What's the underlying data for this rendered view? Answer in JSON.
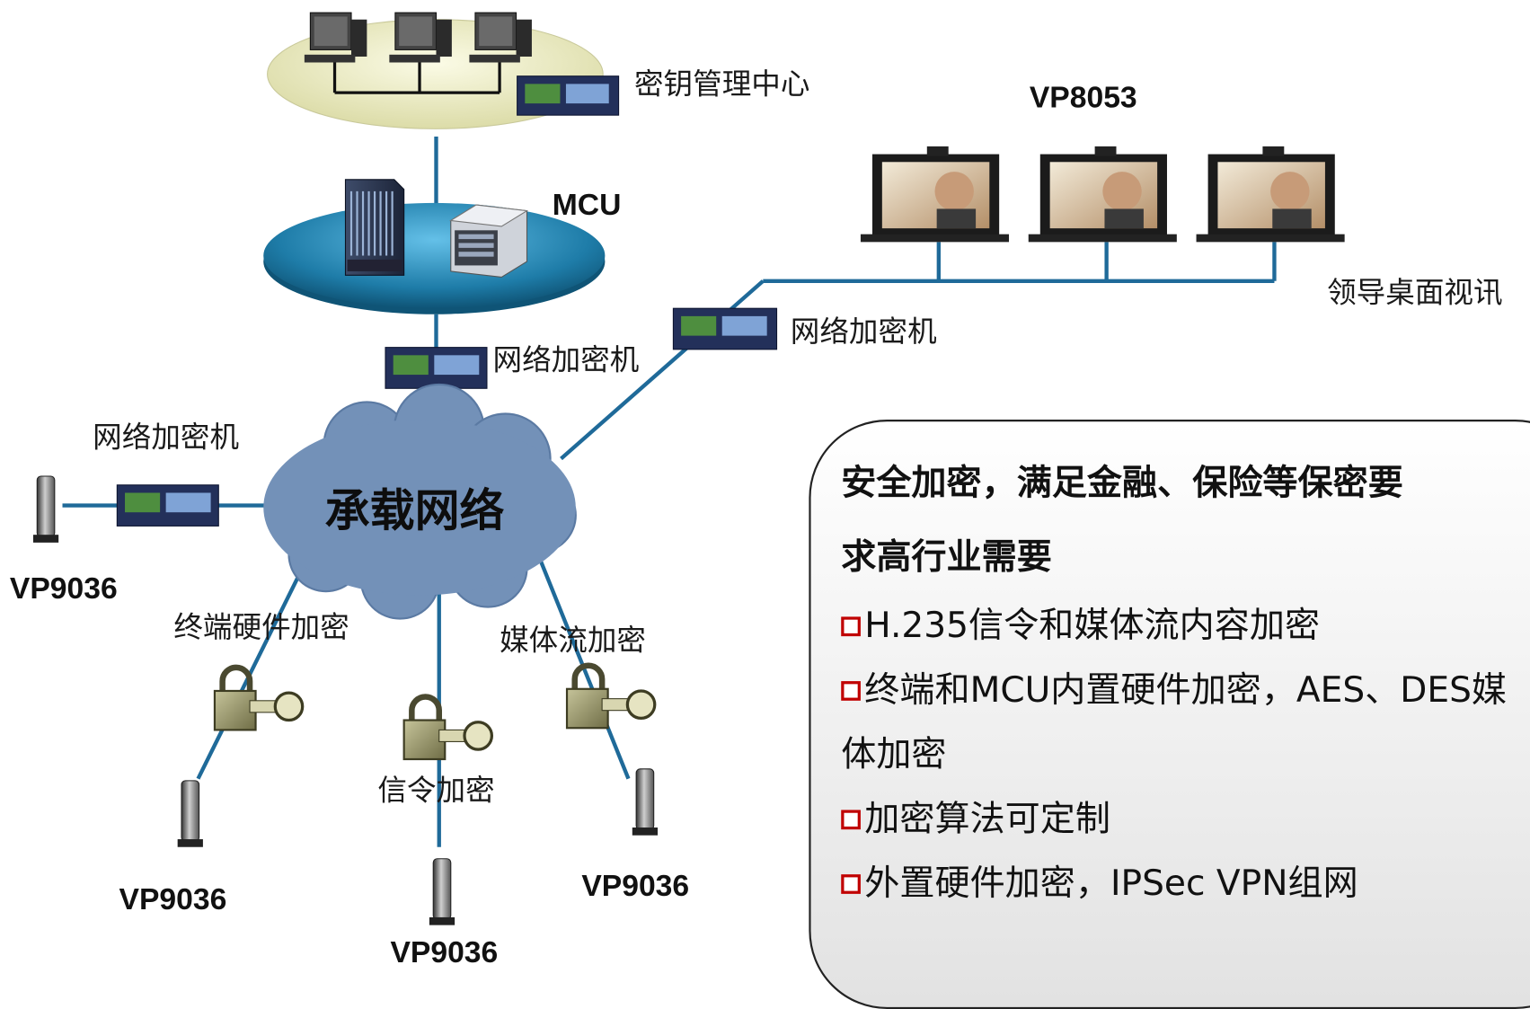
{
  "nodes": {
    "key_center": "密钥管理中心",
    "mcu": "MCU",
    "vp8053": "VP8053",
    "desktop": "领导桌面视讯",
    "encryptor_top": "网络加密机",
    "encryptor_right": "网络加密机",
    "encryptor_left": "网络加密机",
    "network": "承载网络",
    "vp9036_left": "VP9036",
    "terminal_hw": "终端硬件加密",
    "media_stream": "媒体流加密",
    "signaling": "信令加密",
    "vp9036_bl": "VP9036",
    "vp9036_br": "VP9036",
    "vp9036_bottom": "VP9036"
  },
  "info": {
    "heading_line1": "安全加密，满足金融、保险等保密要",
    "heading_line2": "求高行业需要",
    "item1": "H.235信令和媒体流内容加密",
    "item2_line1": "终端和MCU内置硬件加密，AES、DES媒",
    "item2_line2": "体加密",
    "item3": "加密算法可定制",
    "item4": "外置硬件加密，IPSec VPN组网"
  },
  "colors": {
    "link": "#1f6a99",
    "cloud": "#7391b8",
    "mcu_disk": "#1e7ca8",
    "bullet": "#c00000"
  }
}
